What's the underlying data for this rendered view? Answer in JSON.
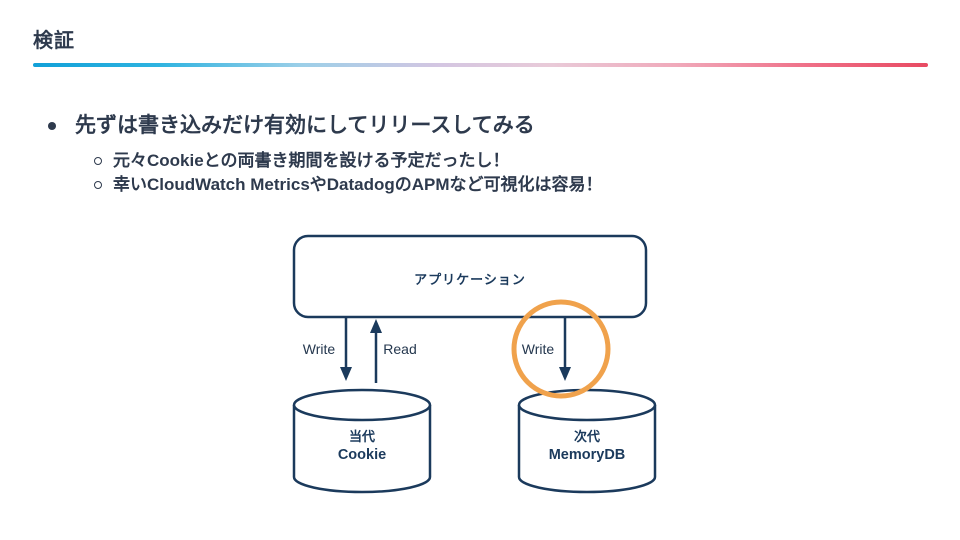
{
  "colors": {
    "text": "#2e3a4d",
    "stroke": "#1b3a5c",
    "highlight": "#f0a24c",
    "background": "#ffffff"
  },
  "divider_gradient": [
    "#11a0d8 0%",
    "#2eb3e0 14%",
    "#9ccfe8 30%",
    "#d3c6e2 45%",
    "#e9cad8 58%",
    "#f0a9ba 72%",
    "#ef6e86 87%",
    "#e84a62 100%"
  ],
  "header": {
    "title": "検証"
  },
  "bullets": {
    "main": "先ずは書き込みだけ有効にしてリリースしてみる",
    "sub": [
      "元々Cookieとの両書き期間を設ける予定だったし！",
      "幸いCloudWatch MetricsやDatadogのAPMなど可視化は容易！"
    ]
  },
  "diagram": {
    "app_label": "アプリケーション",
    "left_write_label": "Write",
    "read_label": "Read",
    "right_write_label": "Write",
    "cylinder_left": {
      "line1": "当代",
      "line2": "Cookie"
    },
    "cylinder_right": {
      "line1": "次代",
      "line2": "MemoryDB"
    }
  }
}
